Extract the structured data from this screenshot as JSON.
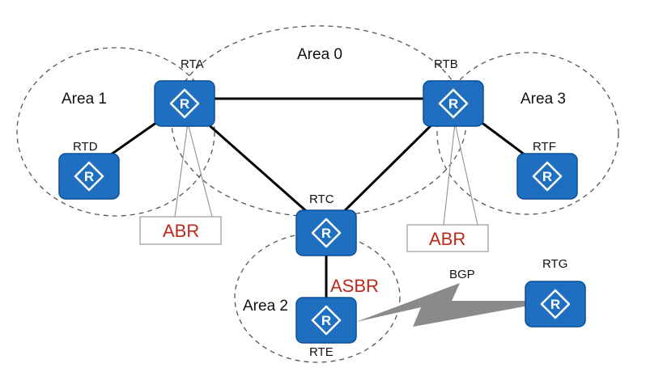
{
  "areas": {
    "area0": "Area 0",
    "area1": "Area 1",
    "area2": "Area 2",
    "area3": "Area 3"
  },
  "routers": {
    "rta": "RTA",
    "rtb": "RTB",
    "rtc": "RTC",
    "rtd": "RTD",
    "rte": "RTE",
    "rtf": "RTF",
    "rtg": "RTG"
  },
  "roles": {
    "abr_left": "ABR",
    "abr_right": "ABR",
    "asbr": "ASBR"
  },
  "bgp_label": "BGP",
  "router_glyph": "R",
  "colors": {
    "router_fill": "#1f6fc0",
    "router_border": "#0d4f96",
    "role_text": "#c0271b",
    "bgp_bolt": "#8a8a8a"
  },
  "icons": {
    "router": "router-icon",
    "bgp_link": "lightning-bolt-icon"
  }
}
